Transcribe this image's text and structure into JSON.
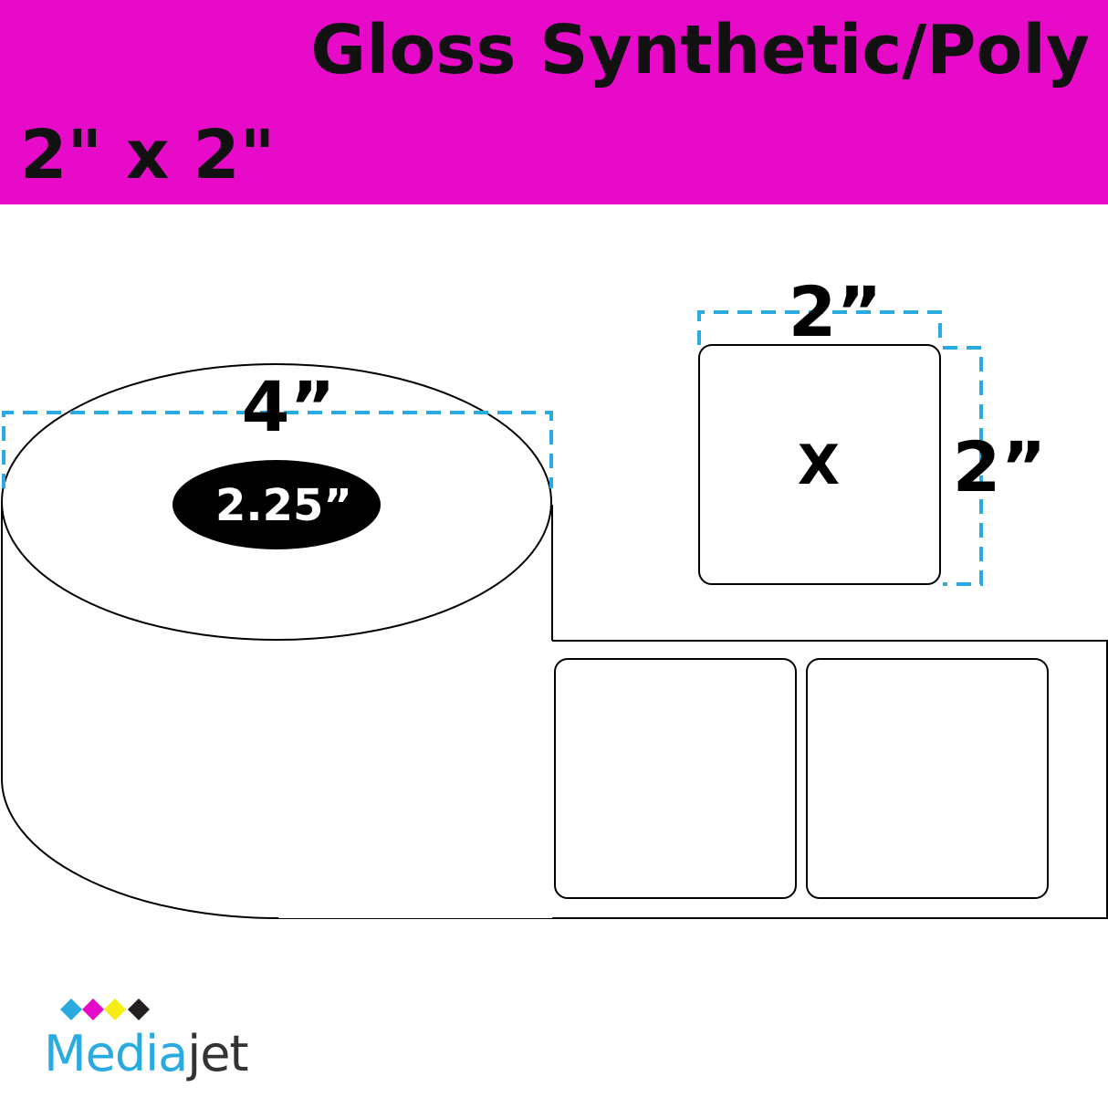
{
  "header": {
    "title": "Gloss Synthetic/Poly",
    "size": "2\" x 2\"",
    "background_color": "#e80ac9"
  },
  "roll": {
    "width_label": "4”",
    "core_label": "2.25”"
  },
  "label": {
    "width_label": "2”",
    "height_label": "2”",
    "mark": "X"
  },
  "colors": {
    "dimension_line": "#29abe2",
    "outline": "#000000"
  },
  "logo": {
    "name": "Mediajet",
    "name_parts": [
      "Media",
      "jet"
    ],
    "part_colors": [
      "#29abe2",
      "#333333"
    ],
    "dot_colors": [
      "#29abe2",
      "#e80ac9",
      "#f7ec13",
      "#231f20"
    ]
  }
}
